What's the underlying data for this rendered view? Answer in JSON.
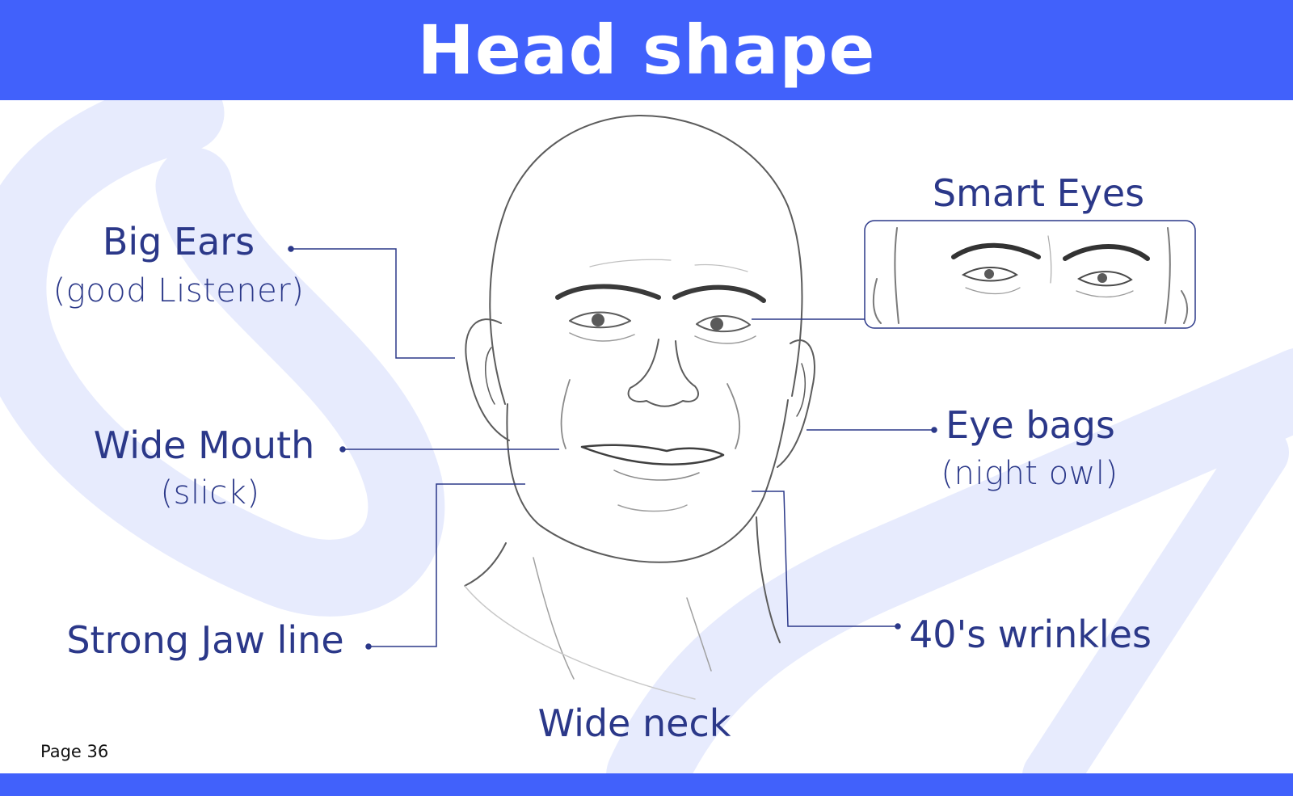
{
  "title": "Head shape",
  "colors": {
    "header": "#4161fb",
    "label": "#2b3889",
    "watermark": "#e7ebfd"
  },
  "labels": {
    "big_ears": "Big Ears",
    "big_ears_note": "(good Listener)",
    "wide_mouth": "Wide Mouth",
    "wide_mouth_note": "(slick)",
    "strong_jaw": "Strong Jaw line",
    "smart_eyes": "Smart Eyes",
    "eye_bags": "Eye bags",
    "eye_bags_note": "(night owl)",
    "wrinkles": "40's wrinkles",
    "wide_neck": "Wide neck"
  },
  "footer": {
    "page": "Page 36"
  }
}
